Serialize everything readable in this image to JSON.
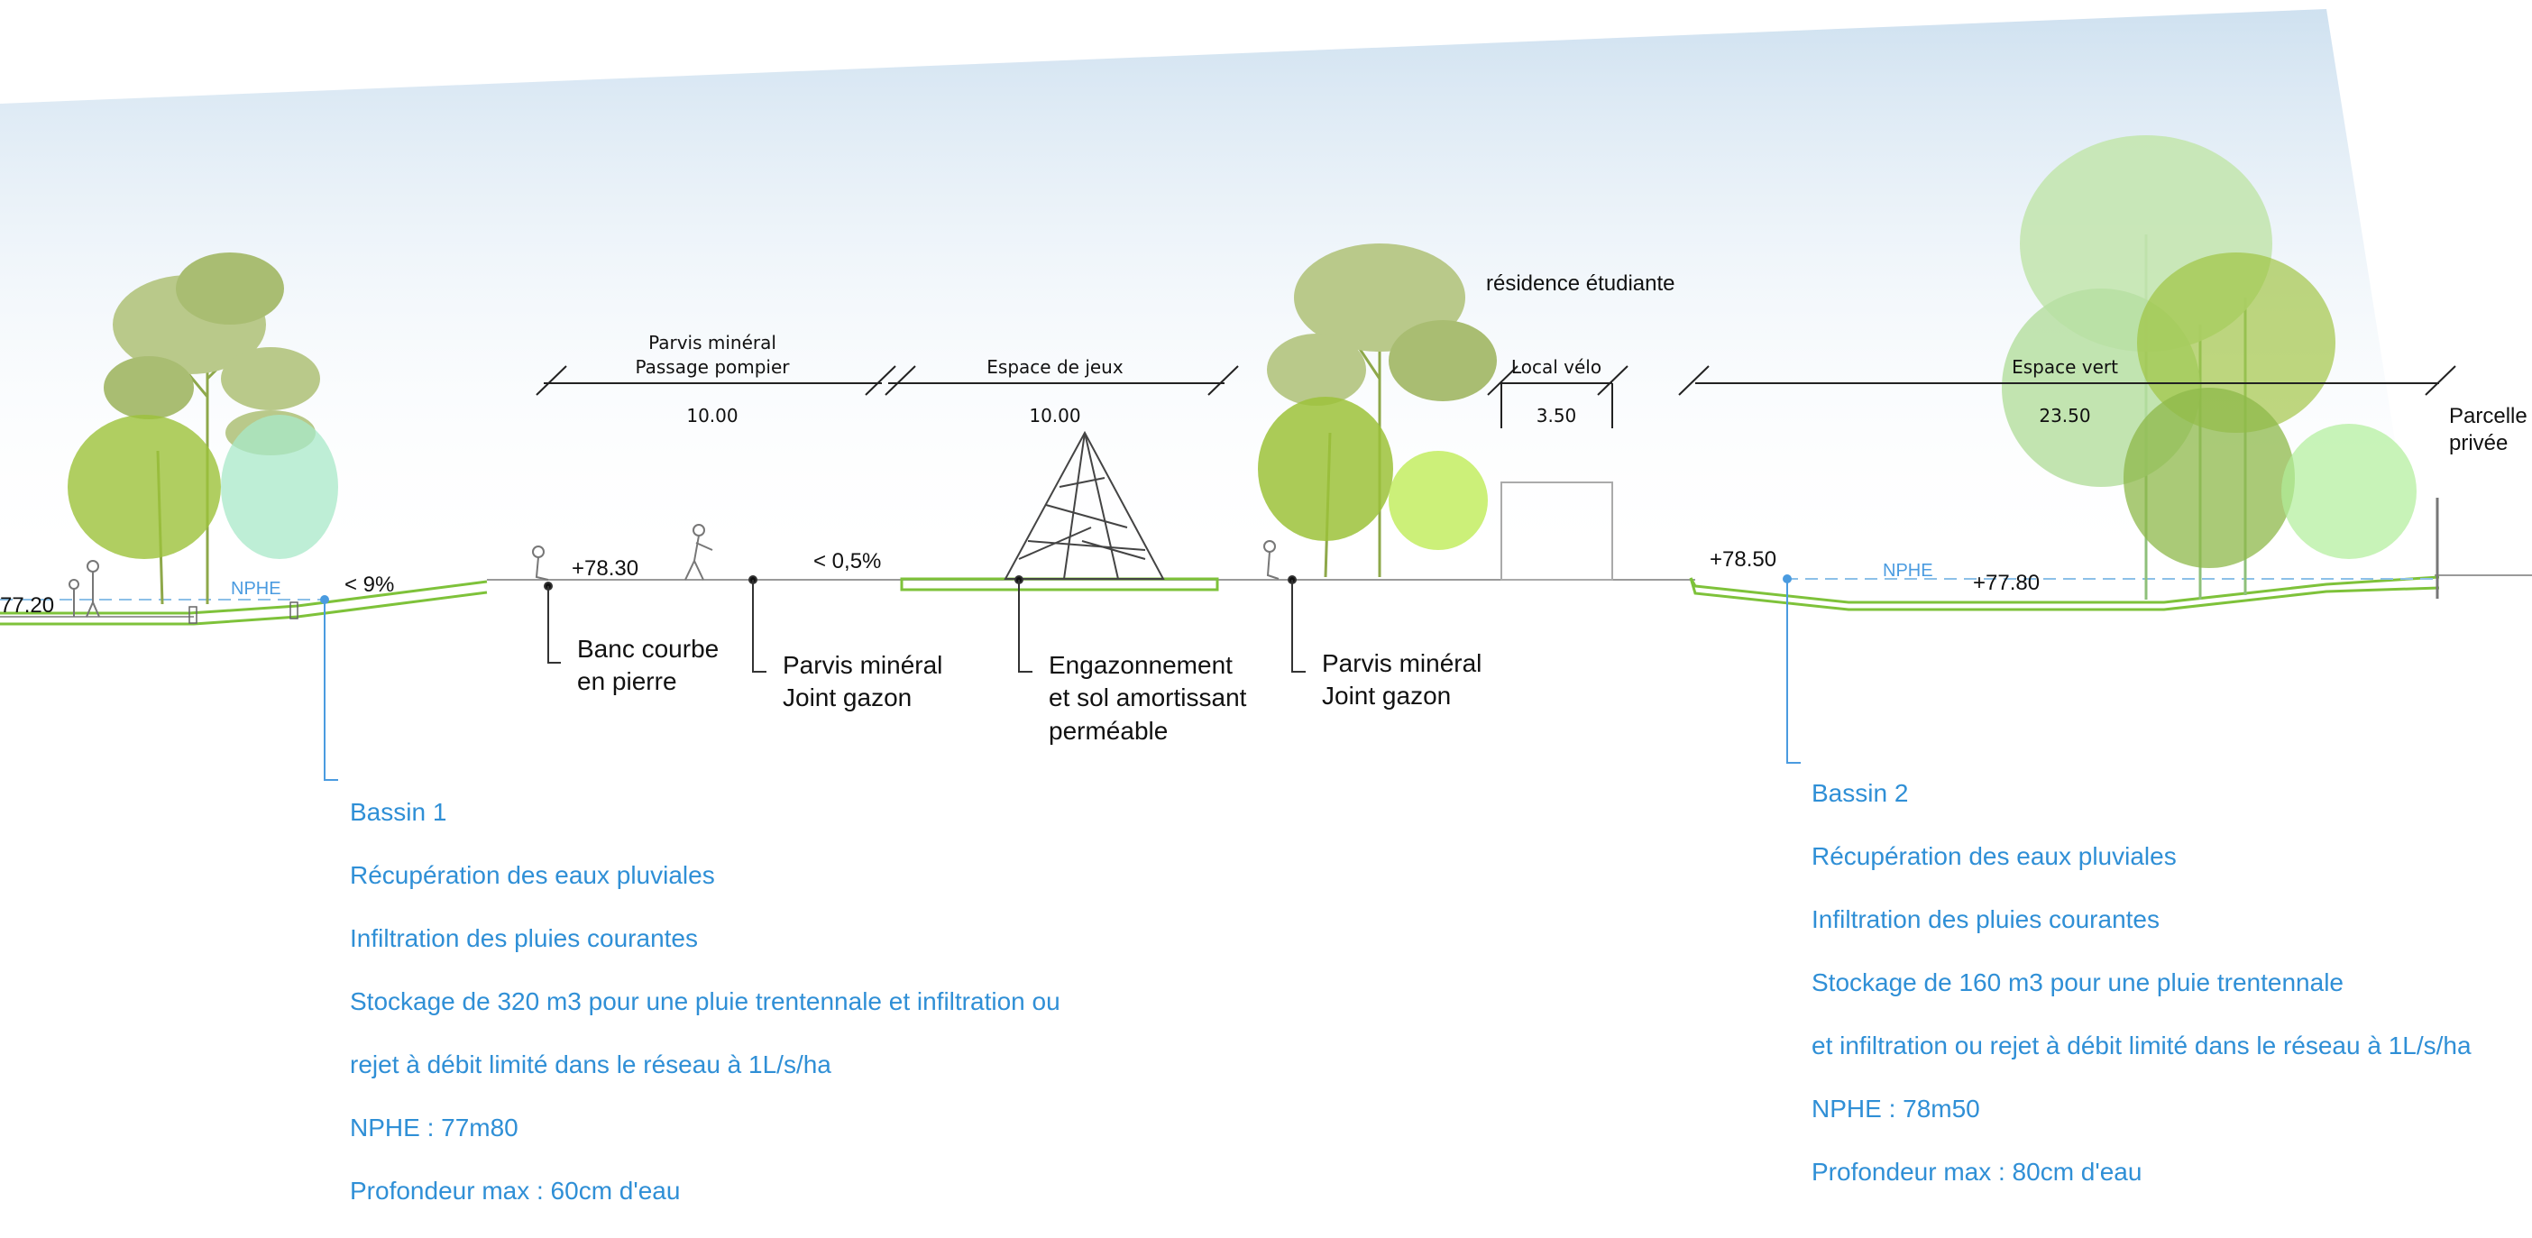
{
  "zones": [
    {
      "id": "z1",
      "title": "Parvis minéral\nPassage pompier",
      "width": "10.00"
    },
    {
      "id": "z2",
      "title": "Espace de jeux",
      "width": "10.00"
    },
    {
      "id": "z3",
      "title": "Local vélo",
      "width": "3.50"
    },
    {
      "id": "z4",
      "title": "Espace vert",
      "width": "23.50"
    }
  ],
  "labels": {
    "residence": "résidence étudiante",
    "parcelle": "Parcelle\nprivée"
  },
  "elevations": {
    "left_edge": "77.20",
    "slope": "< 9%",
    "parvis": "+78.30",
    "slope_small": "< 0,5%",
    "basin2_top": "+78.50",
    "basin2_bottom": "+77.80"
  },
  "nphe_tag": "NPHE",
  "callouts": {
    "banc": "Banc courbe\nen pierre",
    "parvis_joint_1": "Parvis minéral\nJoint gazon",
    "engazonnement": "Engazonnement\net sol amortissant\nperméable",
    "parvis_joint_2": "Parvis minéral\nJoint gazon"
  },
  "bassin1": {
    "title": "Bassin 1",
    "lines": [
      "Récupération des eaux pluviales",
      "Infiltration des pluies courantes",
      "Stockage de 320 m3 pour une pluie trentennale et infiltration ou",
      "rejet à débit limité dans le réseau à 1L/s/ha",
      "NPHE : 77m80",
      "Profondeur max : 60cm d'eau"
    ]
  },
  "bassin2": {
    "title": "Bassin 2",
    "lines": [
      "Récupération des eaux pluviales",
      "Infiltration des pluies courantes",
      "Stockage de 160 m3 pour une pluie trentennale",
      "et infiltration ou rejet à débit limité dans le réseau à 1L/s/ha",
      "NPHE : 78m50",
      "Profondeur max : 80cm d'eau"
    ]
  },
  "colors": {
    "grass": "#7ec23a",
    "water": "#2f8fd6",
    "tree_dark": "#8ea84a",
    "tree_mid": "#9cc23a",
    "tree_light": "#a8e8c8",
    "sky": "#dceaf5"
  }
}
